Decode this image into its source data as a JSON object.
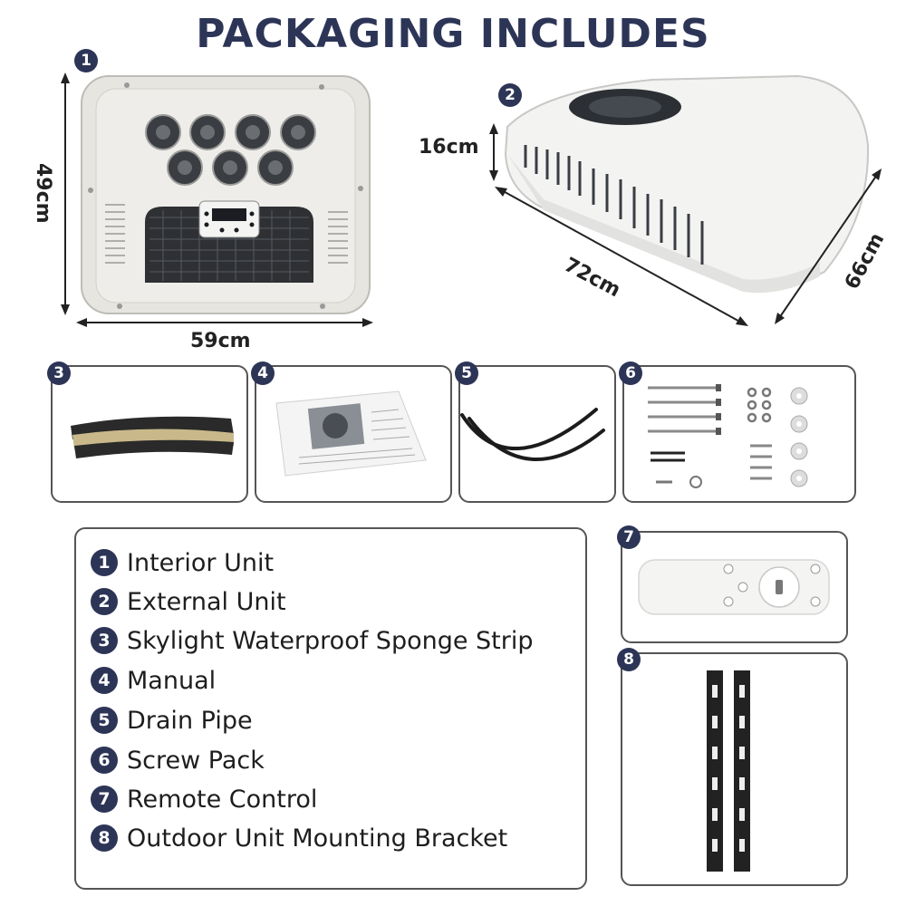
{
  "title": "PACKAGING INCLUDES",
  "badges": [
    "1",
    "2",
    "3",
    "4",
    "5",
    "6",
    "7",
    "8"
  ],
  "dimensions": {
    "interior_height": "49cm",
    "interior_width": "59cm",
    "external_height": "16cm",
    "external_length": "72cm",
    "external_width": "66cm"
  },
  "items": [
    {
      "num": "1",
      "label": "Interior Unit"
    },
    {
      "num": "2",
      "label": "External Unit"
    },
    {
      "num": "3",
      "label": "Skylight Waterproof Sponge Strip"
    },
    {
      "num": "4",
      "label": "Manual"
    },
    {
      "num": "5",
      "label": "Drain Pipe"
    },
    {
      "num": "6",
      "label": "Screw Pack"
    },
    {
      "num": "7",
      "label": "Remote Control"
    },
    {
      "num": "8",
      "label": "Outdoor Unit Mounting Bracket"
    }
  ],
  "colors": {
    "badge": "#2d3557",
    "title": "#2d3557",
    "border": "#555555"
  }
}
